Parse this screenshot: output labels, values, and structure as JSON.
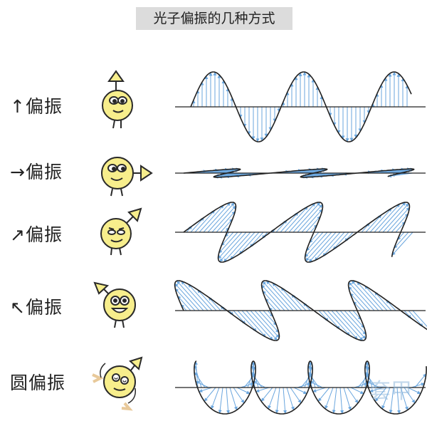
{
  "title": "光子偏振的几种方式",
  "rows": [
    {
      "id": "vertical",
      "label": "↑偏振"
    },
    {
      "id": "horizontal",
      "label": "→偏振"
    },
    {
      "id": "diag-right",
      "label": "↗偏振"
    },
    {
      "id": "diag-left",
      "label": "↖偏振"
    },
    {
      "id": "circular",
      "label": "圆偏振"
    }
  ],
  "watermark": "套甲",
  "colors": {
    "wave_line": "#222222",
    "vector_arrow": "#6aa6de",
    "photon_fill": "#f7ee8c",
    "photon_outline": "#2a2a2a",
    "spin_arrows": "#e8c99a",
    "title_bg": "#dcdcdc"
  },
  "icons": [
    "photon-up-icon",
    "photon-right-icon",
    "photon-diag-right-icon",
    "photon-diag-left-icon",
    "photon-circular-icon"
  ]
}
